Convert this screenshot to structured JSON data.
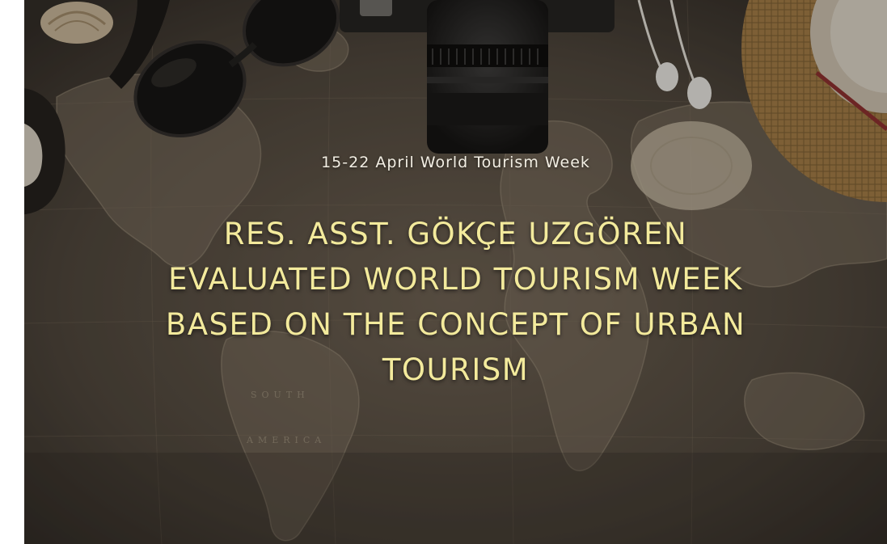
{
  "banner": {
    "subtitle": "15-22 April World Tourism Week",
    "headline_lines": [
      "RES. ASST. GÖKÇE UZGÖREN",
      "EVALUATED WORLD TOURISM WEEK",
      "BASED ON THE CONCEPT OF URBAN",
      "TOURISM"
    ],
    "map_labels": {
      "south": "SOUTH",
      "america": "AMERICA"
    },
    "colors": {
      "headline": "#f3ea9c",
      "subtitle": "#f3efe4",
      "map_base": "#4a4238"
    },
    "background_objects": [
      "vintage-map",
      "sunglasses",
      "camera-lens",
      "earphones",
      "seashell",
      "straw-hat",
      "compass"
    ]
  }
}
